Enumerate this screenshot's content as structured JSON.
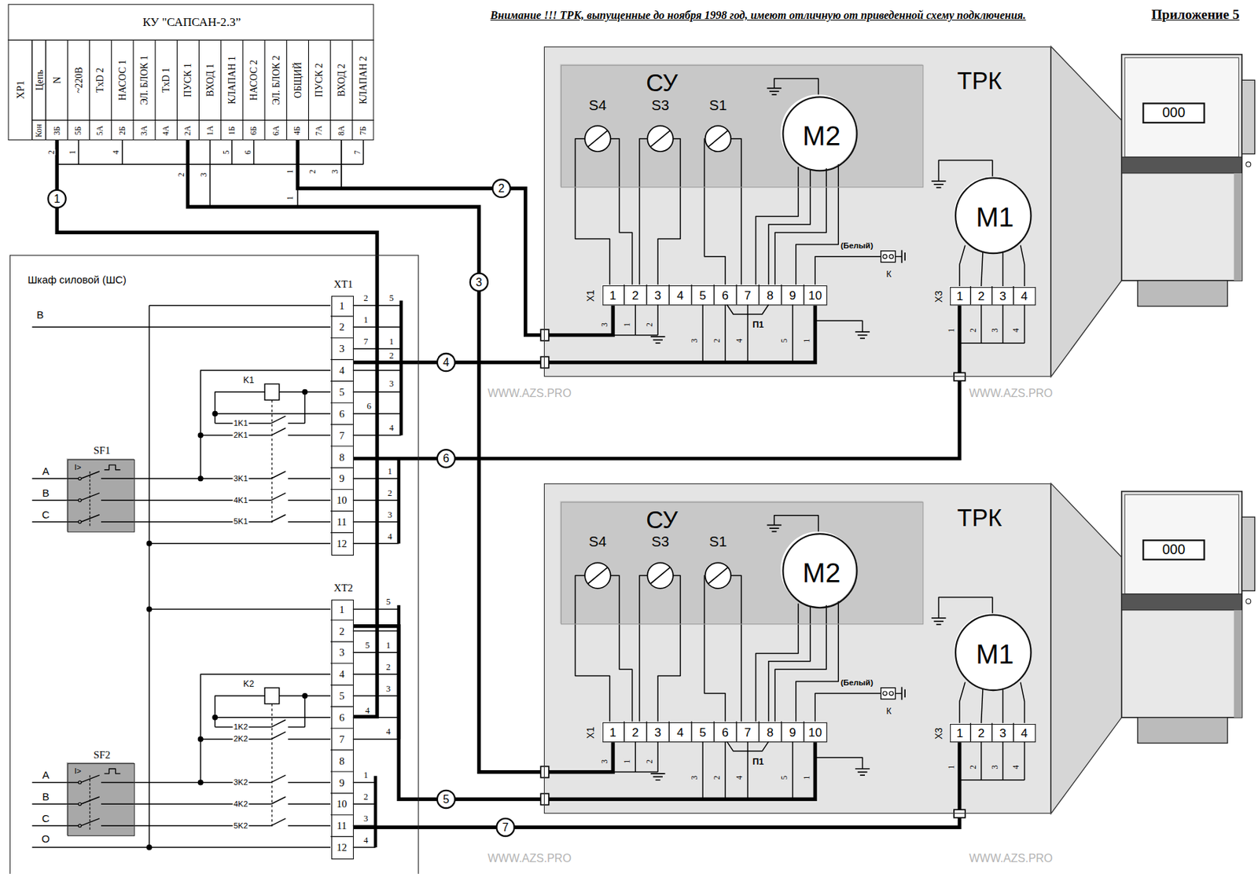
{
  "diagram": {
    "nodes": [
      {
        "text": [
          "КУ \"САПСАН-2.3”"
        ]
      },
      {
        "text": [
          "ТРК"
        ]
      },
      {
        "text": [
          "СУ"
        ],
        "in": 1
      },
      {
        "text": [
          "M2"
        ],
        "in": 2
      },
      {
        "text": [
          "M1"
        ],
        "in": 1
      },
      {
        "text": [
          "X1"
        ],
        "in": 1
      },
      {
        "text": [
          "X3"
        ],
        "in": 1
      },
      {
        "text": [
          "Шкаф силовой (ШС)"
        ]
      },
      {
        "text": [
          "XT1"
        ],
        "in": 7
      },
      {
        "text": [
          "SF1"
        ],
        "in": 7
      },
      {
        "text": [
          "ТРК"
        ]
      },
      {
        "text": [
          "СУ"
        ],
        "in": 10
      },
      {
        "text": [
          "M2"
        ],
        "in": 11
      },
      {
        "text": [
          "M1"
        ],
        "in": 10
      },
      {
        "text": [
          "X1"
        ],
        "in": 10
      },
      {
        "text": [
          "X3"
        ],
        "in": 10
      },
      {
        "text": [
          "XT2"
        ],
        "in": 7
      },
      {
        "text": [
          "SF2"
        ],
        "in": 7
      }
    ],
    "edges": [
      {
        "from": 0,
        "to": 16,
        "arrow": "none",
        "label": "1"
      },
      {
        "from": 0,
        "to": 5,
        "arrow": "none",
        "label": "2"
      },
      {
        "from": 0,
        "to": 14,
        "arrow": "none",
        "label": "3"
      },
      {
        "from": 8,
        "to": 5,
        "arrow": "none",
        "label": "4"
      },
      {
        "from": 16,
        "to": 14,
        "arrow": "none",
        "label": "5"
      },
      {
        "from": 8,
        "to": 6,
        "arrow": "none",
        "label": "6"
      },
      {
        "from": 16,
        "to": 15,
        "arrow": "none",
        "label": "7"
      }
    ],
    "labels": [
      "Внимание !!! ТРК, выпущенные до ноября 1998 год, имеют отличную от приведенной схему подключения.",
      "Приложение 5",
      "XP1",
      "Цепь",
      "N",
      "~220В",
      "TxD 2",
      "НАСОС 1",
      "ЭЛ. БЛОК 1",
      "TxD 1",
      "ПУСК 1",
      "ВХОД 1",
      "КЛАПАН 1",
      "НАСОС 2",
      "ЭЛ. БЛОК 2",
      "ОБЩИЙ",
      "ПУСК 2",
      "ВХОД 2",
      "КЛАПАН 2",
      "Кон",
      "3Б",
      "5Б",
      "5А",
      "2Б",
      "3А",
      "4А",
      "2А",
      "1А",
      "1Б",
      "6Б",
      "6А",
      "4Б",
      "7А",
      "8А",
      "7Б",
      "2",
      "1",
      "4",
      "5",
      "6",
      "7",
      "1",
      "2",
      "3",
      "2",
      "3",
      "1",
      "B",
      "A",
      "B",
      "C",
      "A",
      "B",
      "C",
      "O",
      "K1",
      "1K1",
      "2K1",
      "3K1",
      "4K1",
      "5K1",
      "I>",
      "K2",
      "1K2",
      "2K2",
      "3K2",
      "4K2",
      "5K2",
      "I>",
      "1",
      "2",
      "3",
      "4",
      "5",
      "6",
      "7",
      "8",
      "9",
      "10",
      "11",
      "12",
      "1",
      "2",
      "3",
      "4",
      "5",
      "6",
      "7",
      "8",
      "9",
      "10",
      "11",
      "12",
      "2",
      "5",
      "1",
      "7",
      "1",
      "2",
      "3",
      "6",
      "4",
      "1",
      "2",
      "3",
      "4",
      "5",
      "5",
      "1",
      "2",
      "3",
      "4",
      "4",
      "1",
      "2",
      "3",
      "4",
      "S4",
      "S3",
      "S1",
      "1",
      "2",
      "3",
      "4",
      "5",
      "6",
      "7",
      "8",
      "9",
      "10",
      "1",
      "2",
      "3",
      "4",
      "3",
      "1",
      "2",
      "3",
      "2",
      "4",
      "5",
      "1",
      "1",
      "2",
      "3",
      "4",
      "(Белый)",
      "К",
      "П1",
      "000",
      "S4",
      "S3",
      "S1",
      "1",
      "2",
      "3",
      "4",
      "5",
      "6",
      "7",
      "8",
      "9",
      "10",
      "1",
      "2",
      "3",
      "4",
      "3",
      "1",
      "2",
      "3",
      "2",
      "4",
      "5",
      "1",
      "1",
      "2",
      "3",
      "4",
      "(Белый)",
      "К",
      "П1",
      "000",
      "WWW.AZS.PRO",
      "WWW.AZS.PRO",
      "WWW.AZS.PRO",
      "WWW.AZS.PRO"
    ]
  }
}
